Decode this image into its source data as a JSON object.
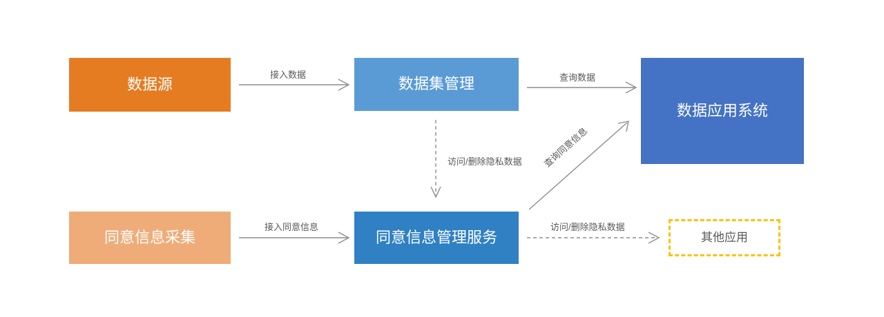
{
  "diagram": {
    "title": "",
    "background_color": "#ffffff",
    "nodes": [
      {
        "id": "data-source",
        "label": "数据源",
        "fill": "#e57c22",
        "text_color": "#ffffff",
        "shape": "rectangle",
        "border": "none"
      },
      {
        "id": "dataset-management",
        "label": "数据集管理",
        "fill": "#5b9bd5",
        "text_color": "#ffffff",
        "shape": "rectangle",
        "border": "none"
      },
      {
        "id": "data-application-system",
        "label": "数据应用系统",
        "fill": "#4472c4",
        "text_color": "#ffffff",
        "shape": "rectangle",
        "border": "none"
      },
      {
        "id": "consent-collection",
        "label": "同意信息采集",
        "fill": "#efac79",
        "text_color": "#ffffff",
        "shape": "rectangle",
        "border": "none"
      },
      {
        "id": "consent-management-service",
        "label": "同意信息管理服务",
        "fill": "#3080c4",
        "text_color": "#ffffff",
        "shape": "rectangle",
        "border": "none"
      },
      {
        "id": "other-apps",
        "label": "其他应用",
        "fill": "#ffffff",
        "text_color": "#595959",
        "shape": "rectangle",
        "border": "dashed #ffc000"
      }
    ],
    "edges": [
      {
        "id": "ingest-data",
        "label": "接入数据",
        "from": "data-source",
        "to": "dataset-management",
        "style": "solid",
        "direction": "right",
        "color": "#8c8c8c"
      },
      {
        "id": "query-data",
        "label": "查询数据",
        "from": "dataset-management",
        "to": "data-application-system",
        "style": "solid",
        "direction": "right",
        "color": "#8c8c8c"
      },
      {
        "id": "access-delete-private-data-vertical",
        "label": "访问/删除隐私数据",
        "from": "dataset-management",
        "to": "consent-management-service",
        "style": "dashed",
        "direction": "down",
        "color": "#8c8c8c"
      },
      {
        "id": "query-consent-info",
        "label": "查询同意信息",
        "from": "consent-management-service",
        "to": "data-application-system",
        "style": "solid",
        "direction": "up-right",
        "color": "#8c8c8c"
      },
      {
        "id": "ingest-consent-info",
        "label": "接入同意信息",
        "from": "consent-collection",
        "to": "consent-management-service",
        "style": "solid",
        "direction": "right",
        "color": "#8c8c8c"
      },
      {
        "id": "access-delete-private-data-right",
        "label": "访问/删除隐私数据",
        "from": "consent-management-service",
        "to": "other-apps",
        "style": "dashed",
        "direction": "right",
        "color": "#8c8c8c"
      }
    ]
  }
}
